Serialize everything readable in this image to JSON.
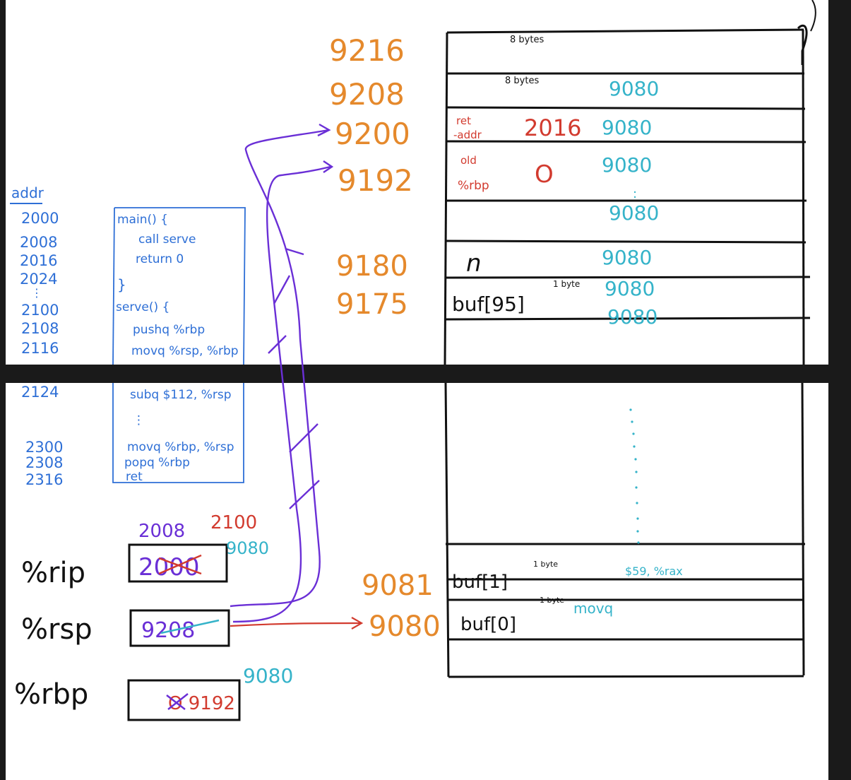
{
  "stack_labels": {
    "size_8_top": "8 bytes",
    "size_8_second": "8 bytes",
    "ret_addr": [
      "ret",
      "-addr"
    ],
    "ret_value": "2016",
    "old_rbp": [
      "old",
      "%rbp"
    ],
    "old_rbp_value": "O",
    "n": "n",
    "buf95": "buf[95]",
    "buf1": "buf[1]",
    "buf0": "buf[0]",
    "one_byte": "1 byte",
    "movq_note": "movq",
    "imm_note": "$59, %rax"
  },
  "addresses_left": {
    "header": "addr",
    "values": [
      "2000",
      "2008",
      "2016",
      "2024",
      "⋮",
      "2100",
      "2108",
      "2116",
      "2124",
      "2300",
      "2308",
      "2316"
    ]
  },
  "stack_addresses": [
    "9216",
    "9208",
    "9200",
    "9192",
    "9180",
    "9175",
    "9081",
    "9080"
  ],
  "overwrite_values": [
    "9080",
    "9080",
    "9080",
    ":",
    "9080",
    "9080",
    "9080",
    "9080"
  ],
  "code": {
    "lines": [
      "main() {",
      "call serve",
      "return 0",
      "}",
      "serve() {",
      "pushq %rbp",
      "movq %rsp, %rbp",
      "subq $112, %rsp",
      "⋮",
      "movq %rbp, %rsp",
      "popq %rbp",
      "ret"
    ]
  },
  "registers": [
    {
      "name": "%rip",
      "value": "2000",
      "annotations": [
        "2008",
        "2100",
        "9080"
      ]
    },
    {
      "name": "%rsp",
      "value": "9208",
      "annotations": [
        "9080"
      ]
    },
    {
      "name": "%rbp",
      "value": "O 9192",
      "annotations": [
        "9080"
      ]
    }
  ]
}
